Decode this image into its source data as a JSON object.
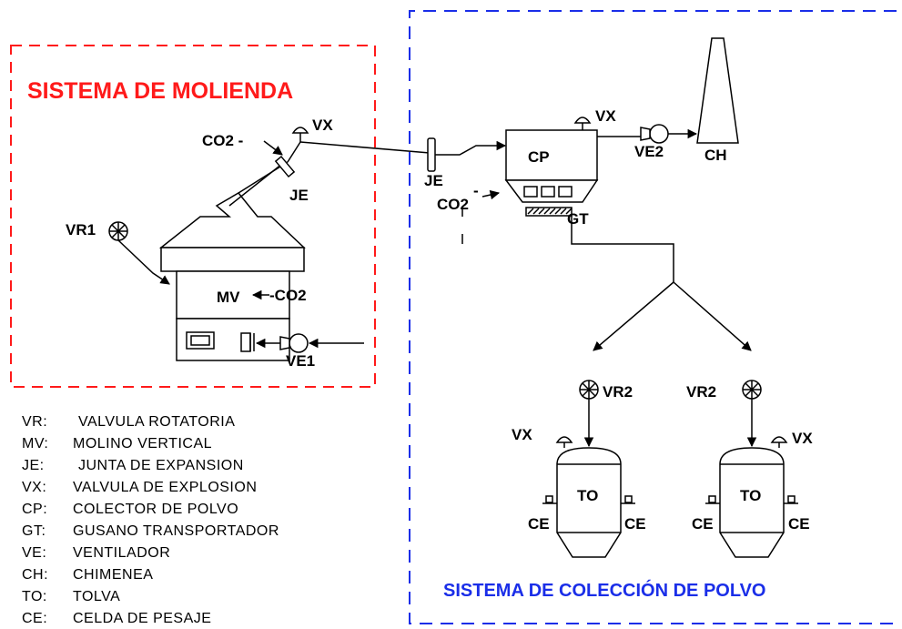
{
  "systems": {
    "molienda_title": "SISTEMA DE MOLIENDA",
    "coleccion_title": "SISTEMA DE COLECCIÓN DE POLVO",
    "colors": {
      "molienda": "#ff1a1a",
      "coleccion": "#1a2ee8"
    }
  },
  "labels": {
    "co2_top": "CO2 -",
    "vx_mill": "VX",
    "je_mill": "JE",
    "vr1": "VR1",
    "mv": "MV",
    "co2_mill": "-CO2",
    "ve1": "VE1",
    "je_pipe": "JE",
    "co2_cp": "CO2",
    "cp": "CP",
    "vx_cp": "VX",
    "gt": "GT",
    "ve2": "VE2",
    "ch": "CH",
    "vr2_left": "VR2",
    "vr2_right": "VR2",
    "vx_to_left": "VX",
    "vx_to_right": "VX",
    "to_left": "TO",
    "to_right": "TO",
    "ce_1": "CE",
    "ce_2": "CE",
    "ce_3": "CE",
    "ce_4": "CE"
  },
  "legend": [
    {
      "code": "VR:",
      "desc": "VALVULA ROTATORIA"
    },
    {
      "code": "MV:",
      "desc": "MOLINO VERTICAL"
    },
    {
      "code": "JE:",
      "desc": "JUNTA DE EXPANSION"
    },
    {
      "code": "VX:",
      "desc": "VALVULA DE EXPLOSION"
    },
    {
      "code": "CP:",
      "desc": "COLECTOR DE POLVO"
    },
    {
      "code": "GT:",
      "desc": "GUSANO TRANSPORTADOR"
    },
    {
      "code": "VE:",
      "desc": "VENTILADOR"
    },
    {
      "code": "CH:",
      "desc": "CHIMENEA"
    },
    {
      "code": "TO:",
      "desc": "TOLVA"
    },
    {
      "code": "CE:",
      "desc": "CELDA DE PESAJE"
    }
  ]
}
